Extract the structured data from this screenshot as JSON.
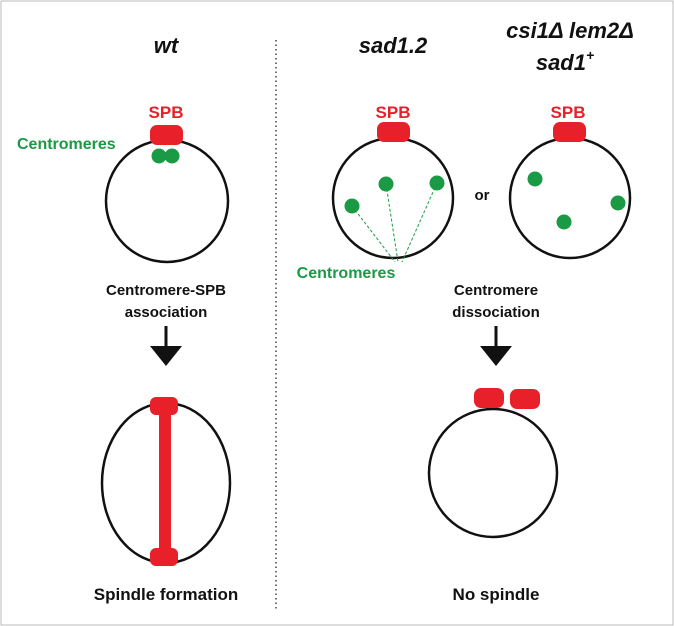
{
  "left_panel": {
    "genotype": "wt",
    "spb_label": "SPB",
    "centromeres_label": "Centromeres",
    "process_line1": "Centromere-SPB",
    "process_line2": "association",
    "outcome": "Spindle formation"
  },
  "middle_panel": {
    "genotype": "sad1.2",
    "spb_label": "SPB",
    "centromeres_label": "Centromeres",
    "or_label": "or",
    "process_line1": "Centromere",
    "process_line2": "dissociation",
    "outcome": "No spindle"
  },
  "right_panel": {
    "genotype_line1": "csi1Δ lem2Δ",
    "genotype_line2": "sad1",
    "genotype_sup": "+",
    "spb_label": "SPB"
  },
  "colors": {
    "spb_red": "#e8202a",
    "centromere_green": "#1a9a45",
    "outline": "#111111"
  }
}
